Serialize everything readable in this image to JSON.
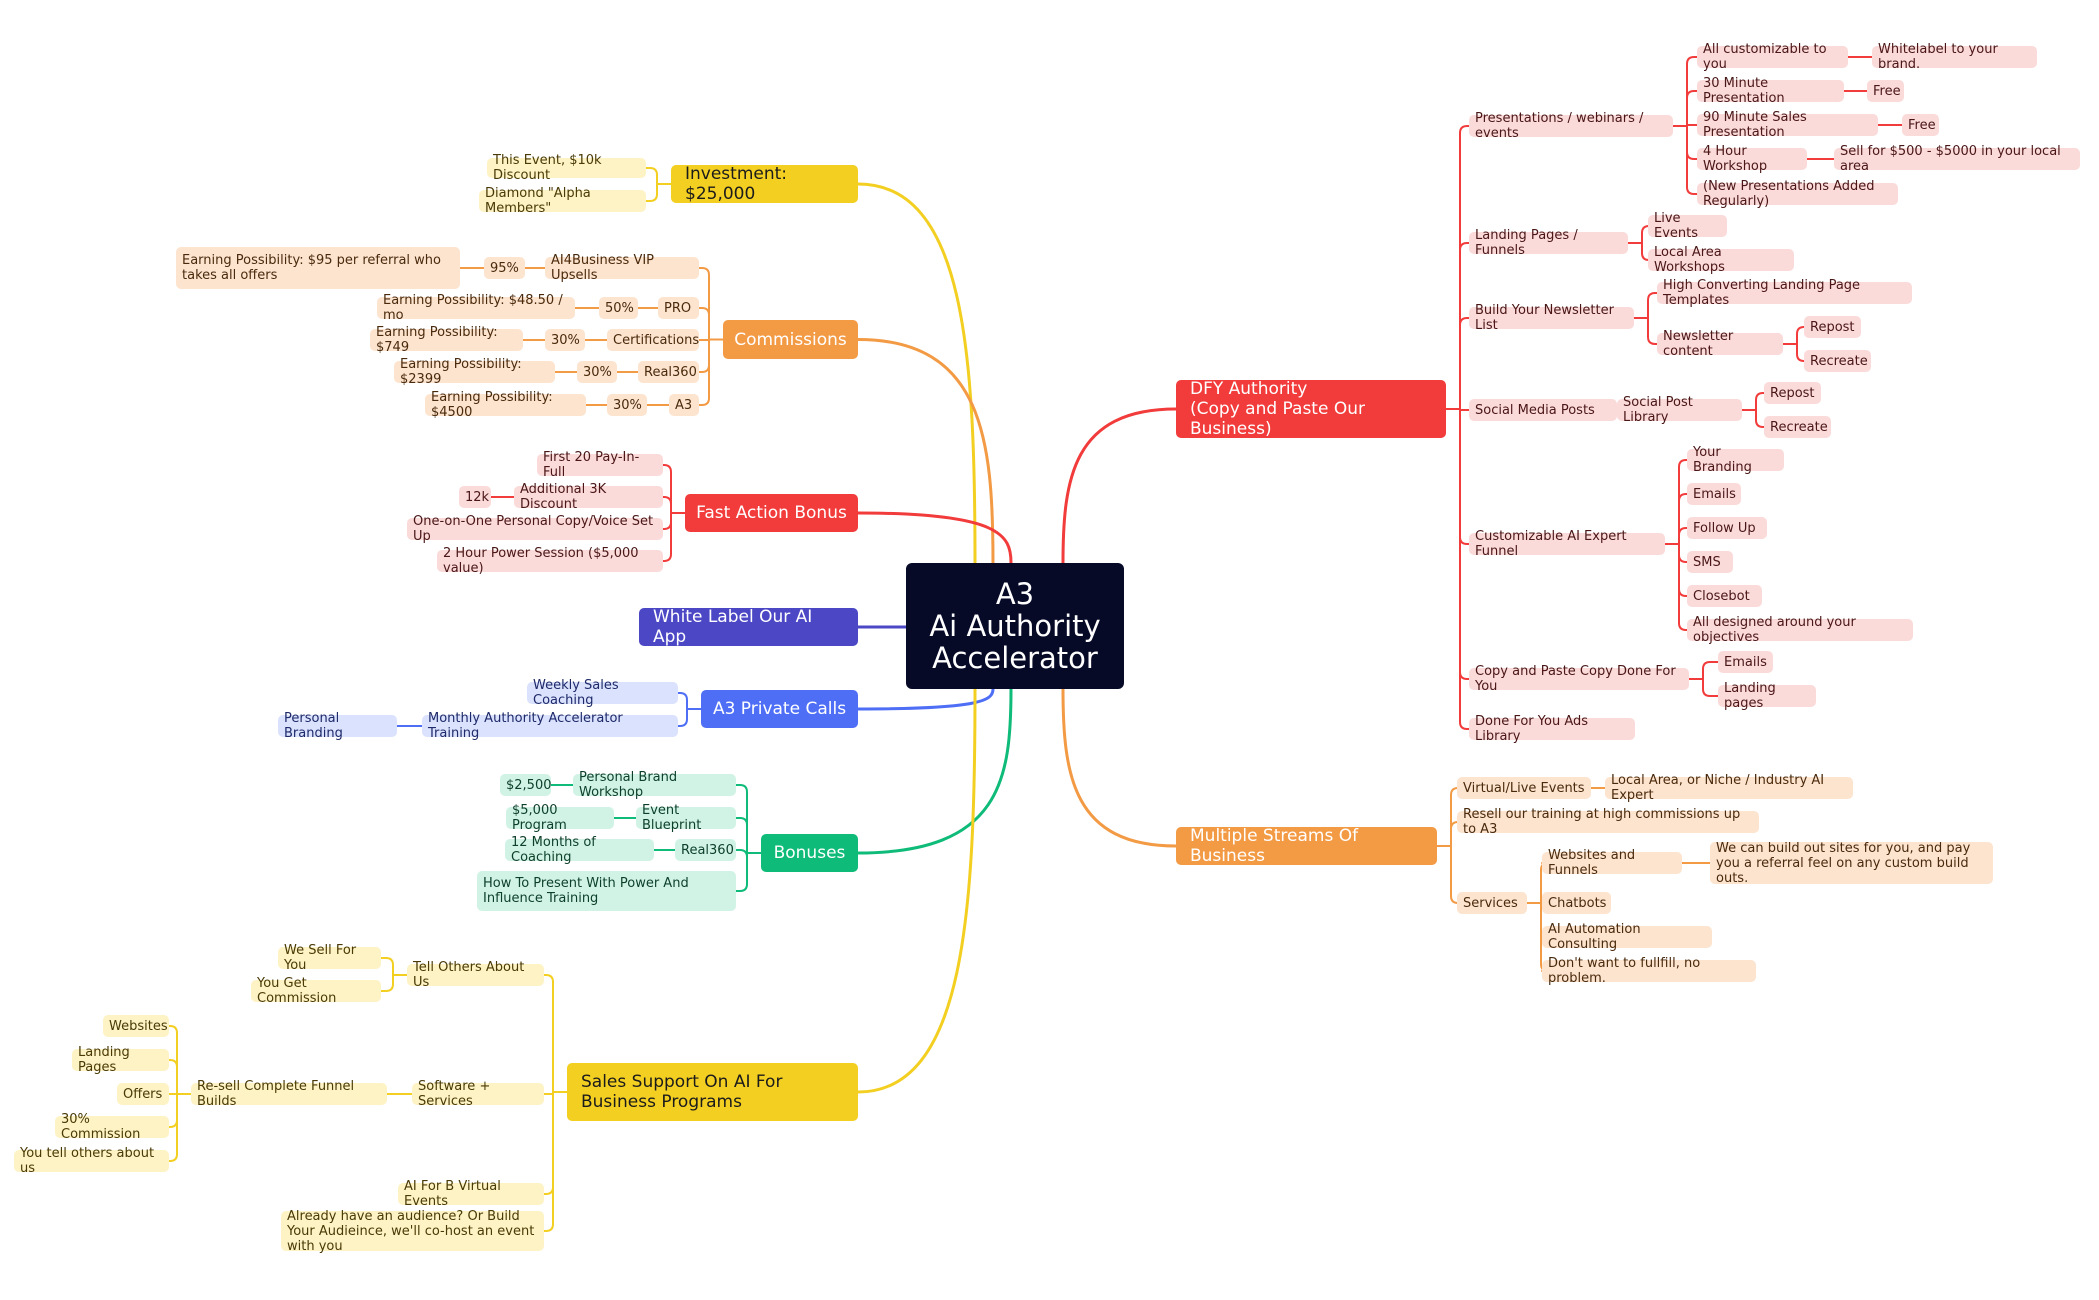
{
  "colors": {
    "root": "#060a27",
    "yellow": "#f3cf22",
    "yellow_leaf": "#fdf3c5",
    "orange": "#f39a45",
    "orange_leaf": "#fde4cf",
    "red": "#f23b3b",
    "red_leaf": "#fbdada",
    "indigo": "#4b47c5",
    "blue": "#4e6ef6",
    "blue_leaf": "#dbe2fd",
    "green": "#0fbb79",
    "green_leaf": "#d1f3e5"
  },
  "root": {
    "id": "root",
    "label": "A3\nAi Authority\nAccelerator"
  },
  "branches": [
    {
      "id": "investment",
      "label": "Investment: $25,000",
      "color": "yellow",
      "children": [
        {
          "id": "inv1",
          "label": "This Event, $10k Discount"
        },
        {
          "id": "inv2",
          "label": "Diamond \"Alpha Members\""
        }
      ]
    },
    {
      "id": "commissions",
      "label": "Commissions",
      "color": "orange",
      "children": [
        {
          "id": "c1",
          "label": "AI4Business  VIP Upsells",
          "children": [
            {
              "id": "c1a",
              "label": "95%",
              "children": [
                {
                  "id": "c1a1",
                  "label": "Earning Possibility:  $95 per referral who takes all offers"
                }
              ]
            }
          ]
        },
        {
          "id": "c2",
          "label": "PRO",
          "children": [
            {
              "id": "c2a",
              "label": "50%",
              "children": [
                {
                  "id": "c2a1",
                  "label": "Earning Possibility:  $48.50 / mo"
                }
              ]
            }
          ]
        },
        {
          "id": "c3",
          "label": "Certifications",
          "children": [
            {
              "id": "c3a",
              "label": "30%",
              "children": [
                {
                  "id": "c3a1",
                  "label": "Earning Possibility: $749"
                }
              ]
            }
          ]
        },
        {
          "id": "c4",
          "label": "Real360",
          "children": [
            {
              "id": "c4a",
              "label": "30%",
              "children": [
                {
                  "id": "c4a1",
                  "label": "Earning Possibility: $2399"
                }
              ]
            }
          ]
        },
        {
          "id": "c5",
          "label": "A3",
          "children": [
            {
              "id": "c5a",
              "label": "30%",
              "children": [
                {
                  "id": "c5a1",
                  "label": "Earning Possibility: $4500"
                }
              ]
            }
          ]
        }
      ]
    },
    {
      "id": "fast",
      "label": "Fast Action Bonus",
      "color": "red",
      "children": [
        {
          "id": "f1",
          "label": "First 20 Pay-In-Full"
        },
        {
          "id": "f2",
          "label": "Additional 3K Discount",
          "children": [
            {
              "id": "f2a",
              "label": "12k"
            }
          ]
        },
        {
          "id": "f3",
          "label": "One-on-One Personal Copy/Voice Set Up"
        },
        {
          "id": "f4",
          "label": "2 Hour Power Session ($5,000 value)"
        }
      ]
    },
    {
      "id": "whitelabel",
      "label": "White Label Our AI App",
      "color": "indigo",
      "children": []
    },
    {
      "id": "calls",
      "label": "A3 Private Calls",
      "color": "blue",
      "children": [
        {
          "id": "p1",
          "label": "Weekly Sales Coaching"
        },
        {
          "id": "p2",
          "label": "Monthly Authority Accelerator Training",
          "children": [
            {
              "id": "p2a",
              "label": "Personal Branding"
            }
          ]
        }
      ]
    },
    {
      "id": "bonuses",
      "label": "Bonuses",
      "color": "green",
      "children": [
        {
          "id": "b1",
          "label": "Personal Brand Workshop",
          "children": [
            {
              "id": "b1a",
              "label": "$2,500"
            }
          ]
        },
        {
          "id": "b2",
          "label": "Event Blueprint",
          "children": [
            {
              "id": "b2a",
              "label": "$5,000 Program"
            }
          ]
        },
        {
          "id": "b3",
          "label": "Real360",
          "children": [
            {
              "id": "b3a",
              "label": "12 Months of Coaching"
            }
          ]
        },
        {
          "id": "b4",
          "label": "How To Present With Power And Influence Training"
        }
      ]
    },
    {
      "id": "sales",
      "label": "Sales Support On AI For Business Programs",
      "color": "yellow",
      "children": [
        {
          "id": "s1",
          "label": "Tell Others About Us",
          "children": [
            {
              "id": "s1a",
              "label": "We Sell For You"
            },
            {
              "id": "s1b",
              "label": "You Get Commission"
            }
          ]
        },
        {
          "id": "s2",
          "label": "Software + Services",
          "children": [
            {
              "id": "s2a",
              "label": "Re-sell Complete Funnel Builds",
              "children": [
                {
                  "id": "s2a1",
                  "label": "Websites"
                },
                {
                  "id": "s2a2",
                  "label": "Landing Pages"
                },
                {
                  "id": "s2a3",
                  "label": "Offers"
                },
                {
                  "id": "s2a4",
                  "label": "30% Commission"
                },
                {
                  "id": "s2a5",
                  "label": "You tell others about us"
                }
              ]
            }
          ]
        },
        {
          "id": "s3",
          "label": "AI For B Virtual Events"
        },
        {
          "id": "s4",
          "label": "Already have an audience? Or Build Your Audieince, we'll co-host an event with you"
        }
      ]
    },
    {
      "id": "dfy",
      "label": "DFY Authority\n(Copy and Paste Our Business)",
      "color": "red",
      "children": [
        {
          "id": "d1",
          "label": "Presentations / webinars / events",
          "children": [
            {
              "id": "d1a",
              "label": "All customizable to you",
              "children": [
                {
                  "id": "d1a1",
                  "label": "Whitelabel to your brand."
                }
              ]
            },
            {
              "id": "d1b",
              "label": "30 Minute Presentation",
              "children": [
                {
                  "id": "d1b1",
                  "label": "Free"
                }
              ]
            },
            {
              "id": "d1c",
              "label": "90 Minute Sales Presentation",
              "children": [
                {
                  "id": "d1c1",
                  "label": "Free"
                }
              ]
            },
            {
              "id": "d1d",
              "label": "4 Hour Workshop",
              "children": [
                {
                  "id": "d1d1",
                  "label": "Sell for $500 - $5000 in your local area"
                }
              ]
            },
            {
              "id": "d1e",
              "label": "(New Presentations Added Regularly)"
            }
          ]
        },
        {
          "id": "d2",
          "label": "Landing Pages / Funnels",
          "children": [
            {
              "id": "d2a",
              "label": "Live Events"
            },
            {
              "id": "d2b",
              "label": "Local Area Workshops"
            }
          ]
        },
        {
          "id": "d3",
          "label": "Build Your Newsletter List",
          "children": [
            {
              "id": "d3a",
              "label": "High Converting Landing Page Templates"
            },
            {
              "id": "d3b",
              "label": "Newsletter content",
              "children": [
                {
                  "id": "d3b1",
                  "label": "Repost"
                },
                {
                  "id": "d3b2",
                  "label": "Recreate"
                }
              ]
            }
          ]
        },
        {
          "id": "d4",
          "label": "Social Media Posts",
          "children": [
            {
              "id": "d4a",
              "label": "Social Post Library",
              "children": [
                {
                  "id": "d4a1",
                  "label": "Repost"
                },
                {
                  "id": "d4a2",
                  "label": "Recreate"
                }
              ]
            }
          ]
        },
        {
          "id": "d5",
          "label": "Customizable AI Expert Funnel",
          "children": [
            {
              "id": "d5a",
              "label": "Your Branding"
            },
            {
              "id": "d5b",
              "label": "Emails"
            },
            {
              "id": "d5c",
              "label": "Follow Up"
            },
            {
              "id": "d5d",
              "label": "SMS"
            },
            {
              "id": "d5e",
              "label": "Closebot"
            },
            {
              "id": "d5f",
              "label": "All designed around your objectives"
            }
          ]
        },
        {
          "id": "d6",
          "label": "Copy and Paste Copy Done For You",
          "children": [
            {
              "id": "d6a",
              "label": "Emails"
            },
            {
              "id": "d6b",
              "label": "Landing pages"
            }
          ]
        },
        {
          "id": "d7",
          "label": "Done For You Ads Library"
        }
      ]
    },
    {
      "id": "streams",
      "label": "Multiple Streams Of Business",
      "color": "orange",
      "children": [
        {
          "id": "m1",
          "label": "Virtual/Live Events",
          "children": [
            {
              "id": "m1a",
              "label": "Local Area, or Niche / Industry AI Expert"
            }
          ]
        },
        {
          "id": "m2",
          "label": "Resell our training at high commissions up to A3"
        },
        {
          "id": "m3",
          "label": "Services",
          "children": [
            {
              "id": "m3a",
              "label": "Websites and Funnels",
              "children": [
                {
                  "id": "m3a1",
                  "label": "We can build out sites for you, and pay you a referral feel on any custom build outs."
                }
              ]
            },
            {
              "id": "m3b",
              "label": "Chatbots"
            },
            {
              "id": "m3c",
              "label": "AI Automation Consulting"
            },
            {
              "id": "m3d",
              "label": "Don't want to fullfill, no problem."
            }
          ]
        }
      ]
    }
  ]
}
